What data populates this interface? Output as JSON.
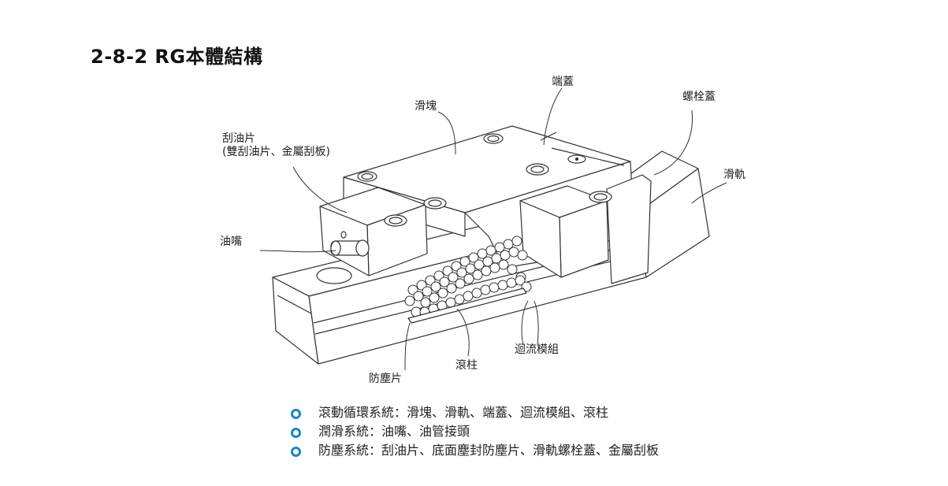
{
  "title": "2-8-2 RG本體結構",
  "colors": {
    "bullet_accent": "#1a86c8",
    "line": "#333333"
  },
  "callouts": {
    "block": "滑塊",
    "end_cap": "端蓋",
    "bolt_cap": "螺栓蓋",
    "rail": "滑軌",
    "scraper_line1": "刮油片",
    "scraper_line2": "(雙刮油片、金屬刮板)",
    "grease_nipple": "油嘴",
    "recirculation": "迴流模組",
    "roller": "滾柱",
    "bottom_seal": "防塵片"
  },
  "bullets": [
    {
      "icon": "circle-bullet-icon",
      "text": "滾動循環系統：滑塊、滑軌、端蓋、迴流模組、滾柱"
    },
    {
      "icon": "circle-bullet-icon",
      "text": "潤滑系統：油嘴、油管接頭"
    },
    {
      "icon": "circle-bullet-icon",
      "text": "防塵系統：刮油片、底面塵封防塵片、滑軌螺栓蓋、金屬刮板"
    }
  ]
}
